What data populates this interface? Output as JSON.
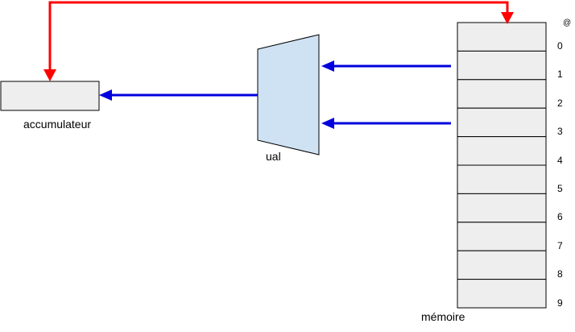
{
  "labels": {
    "accumulator": "accumulateur",
    "alu": "ual",
    "memory": "mémoire",
    "address_symbol": "@"
  },
  "memory": {
    "addresses": [
      "0",
      "1",
      "2",
      "3",
      "4",
      "5",
      "6",
      "7",
      "8",
      "9"
    ]
  },
  "colors": {
    "control_line": "#ff0000",
    "data_line": "#0000dd",
    "block_fill": "#eeeeee",
    "alu_fill": "#cfe2f3",
    "stroke": "#000000"
  }
}
